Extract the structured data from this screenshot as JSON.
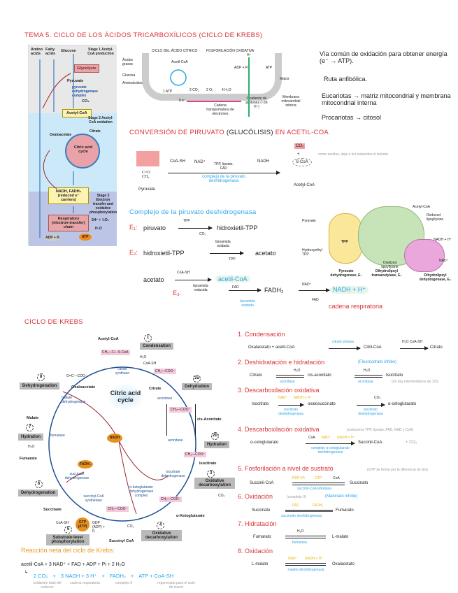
{
  "title": "TEMA 5. CICLO DE LOS ÁCIDOS TRICARBOXÍLICOS (CICLO DE KREBS)",
  "overview": {
    "inputs": [
      "Amino acids",
      "Fatty acids",
      "Glucose"
    ],
    "stage1": "Stage 1 Acetyl-CoA production",
    "glycolysis": "Glycolysis",
    "pyruvate": "Pyruvate",
    "pdh": "pyruvate dehydrogenase complex",
    "co2": "CO₂",
    "acetylcoa": "Acetyl-CoA",
    "stage2": "Stage 2 Acetyl-CoA oxidation",
    "oxaloacetate": "Oxaloacetate",
    "citrate": "Citrate",
    "cycle": "Citric acid cycle",
    "nadh": "NADH, FADH₂ (reduced e⁻ carriers)",
    "stage3": "Stage 3 Electron transfer and oxidative phosphorylation",
    "chain": "Respiratory (electron-transfer) chain",
    "o2": "2H⁺ + ½O₂",
    "h2o": "H₂O",
    "adp": "ADP + Pᵢ",
    "atp": "ATP"
  },
  "mito": {
    "h1": "CICLO DEL ÁCIDO CÍTRICO",
    "h2": "FOSFORILACIÓN OXIDATIVA",
    "fa": "Ácidos grasos",
    "glc": "Glucosa",
    "aa": "Aminoácidos",
    "acetyl": "Acetil-CoA",
    "atp1": "1 ATP",
    "co2": "2 CO₂",
    "o2": "2 O₂",
    "h2o": "4 H₂O",
    "e": "8 e⁻",
    "gradient": "Gradiente de protones (~36 H⁺)",
    "chain": "Cadena transportadora de electrones",
    "h": "H⁺",
    "adp": "ADP + Pᵢ",
    "atp": "ATP",
    "matrix": "Matriz",
    "membrane": "Membrana mitocondrial interna"
  },
  "notes": [
    "Vía común de oxidación para obtener energía (e⁻ → ATP).",
    "Ruta anfibólica.",
    "Eucariotas → matriz mitocondrial y membrana mitocondrial interna",
    "Procariotas → citosol"
  ],
  "conversion": {
    "heading_a": "CONVERSIÓN DE PIRUVATO",
    "heading_b": "(GLUCÓLISIS)",
    "heading_c": "EN ACETIL-COA",
    "pyruvate": "Pyruvate",
    "coash": "CoA-SH",
    "nad": "NAD⁺",
    "cofactors": "TPP, lipoate, FAD",
    "nadh": "NADH",
    "enzyme": "complejo de la piruvato deshidrogenasa",
    "co2": "CO₂",
    "scoa": "S-CoA",
    "acetylcoa": "Acetyl-CoA",
    "note": "como residuo, deja a los reducidos el tioéster"
  },
  "complex": {
    "heading": "Complejo de la piruvato deshidrogenasa",
    "e1": {
      "label": "E₁:",
      "sub": "piruvato",
      "top": "TPP",
      "bottom": "CO₂",
      "prod": "hidroxietil-TPP"
    },
    "e2": {
      "label": "E₂:",
      "sub": "hidroxietil-TPP",
      "top": "lipoamida oxidada",
      "bottom": "TPP",
      "prod": "acetato"
    },
    "e3": {
      "label": "E₃:",
      "sub": "acetato",
      "top": "CoA-SH",
      "bottom": "lipoamida reducida",
      "prod": "acetil-CoA",
      "fad": "FAD",
      "fadh2": "FADH₂",
      "lipo": "lipoamida oxidada",
      "nad": "NAD⁺",
      "fad2": "FAD",
      "nadh": "NADH + H⁺",
      "chain": "cadena respiratoria"
    },
    "diagram": {
      "pyruvate": "Pyruvate",
      "tpp": "TPP",
      "hetpp": "Hydroxyethyl TPP",
      "oxlip": "Oxidized lipoyllysine",
      "redlip": "Reduced lipoyllysine",
      "acetylcoa": "Acetyl-CoA",
      "nadh": "NADH + H⁺",
      "nad": "NAD⁺",
      "e1": "Pyruvate dehydrogenase, E₁",
      "e2": "Dihydrolipoyl transacetylase, E₂",
      "e3": "Dihydrolipoyl dehydrogenase, E₃"
    }
  },
  "krebs": {
    "heading": "CICLO DE KREBS",
    "center": "Citric acid cycle",
    "metabolites": [
      "Acetyl-CoA",
      "Citrate",
      "cis-Aconitate",
      "Isocitrate",
      "α-Ketoglutarate",
      "Succinyl CoA",
      "Succinate",
      "Fumarate",
      "Malate",
      "Oxaloacetate"
    ],
    "enzymes": [
      "citrate synthase",
      "aconitase",
      "aconitase",
      "isocitrate dehydrogenase",
      "α-ketoglutarate dehydrogenase complex",
      "succinyl-CoA synthetase",
      "succinate dehydrogenase",
      "fumarase",
      "malate dehydrogenase"
    ],
    "steps": [
      {
        "n": "1",
        "label": "Condensation"
      },
      {
        "n": "2a",
        "label": "Dehydration"
      },
      {
        "n": "2b",
        "label": "Hydration"
      },
      {
        "n": "3",
        "label": "Oxidative decarboxylation"
      },
      {
        "n": "4",
        "label": "Oxidative decarboxylation"
      },
      {
        "n": "5",
        "label": "Substrate-level phosphorylation"
      },
      {
        "n": "6",
        "label": "Dehydrogenation"
      },
      {
        "n": "7",
        "label": "Hydration"
      },
      {
        "n": "8",
        "label": "Dehydrogenation"
      }
    ],
    "misc": {
      "nadh": "NADH",
      "fadh2": "FADH₂",
      "gtp": "GTP (ATP)",
      "co2": "CO₂",
      "h2o": "H₂O",
      "coash": "CoA-SH",
      "gdp": "GDP (ADP) + Pᵢ"
    }
  },
  "steps": [
    {
      "title": "1. Condensación",
      "extra": "",
      "sub": "Oxalacetato + acetil-CoA",
      "enz": "citrato sintasa",
      "mid": "Citril-CoA",
      "top2": "H₂O   CoA-SH",
      "prod": "Citrato"
    },
    {
      "title": "2. Deshidratación e hidratación",
      "extra": "(Fluorocitrato inhibe)",
      "sub": "Citrato",
      "top1": "H₂O",
      "enz": "aconitasa",
      "mid": "cis-aconitato",
      "top2": "H₂O",
      "enz2": "aconitasa",
      "prod": "Isocitrato",
      "note": "(no hay intermediarios de 1/2)"
    },
    {
      "title": "3. Descarboxilación oxidativa",
      "sub": "Isocitrato",
      "y1": "NAD⁺",
      "y2": "NADH + H⁺",
      "enz": "isocitrato deshidrogenasa",
      "mid": "oxalosuccinato",
      "top2": "CO₂",
      "enz2": "isocitrato deshidrogenasa",
      "prod": "α-cetoglutarato"
    },
    {
      "title": "4. Descarboxilación oxidativa",
      "extra": "(cofactores TPP, lipoato, FAD, NAD y CoA)",
      "sub": "α-cetoglutarato",
      "top1": "CoA",
      "y1": "NAD⁺",
      "y2": "NADH + H⁺",
      "enz": "complejo α-cetoglutarato deshidrogenasa",
      "prod": "Succinil-CoA",
      "co2": "+ CO₂"
    },
    {
      "title": "5. Fosforilación a nivel de sustrato",
      "extra": "(GTP se forma por la diferencia de ΔG)",
      "sub": "Succinil-CoA",
      "y1": "PDP+Pi",
      "y2": "GTP",
      "top2": "CoA",
      "enz": "succinil-CoA sintetasa",
      "prod": "Succinato"
    },
    {
      "title": "6. Oxidación",
      "extra": "(complejo II)",
      "extra2": "(Malonato inhibe)",
      "sub": "Succinato",
      "y1": "FAD",
      "y2": "FADH₂",
      "enz": "succinato deshidrogenasa",
      "prod": "Fumarato"
    },
    {
      "title": "7. Hidratación",
      "sub": "Fumarato",
      "top1": "H₂O",
      "enz": "fumarasa",
      "prod": "L-malato"
    },
    {
      "title": "8. Oxidación",
      "sub": "L-malato",
      "y1": "NAD⁺",
      "y2": "NADH + H⁺",
      "enz": "malato deshidrogenasa",
      "prod": "Oxalacetato"
    }
  ],
  "net": {
    "heading": "Reacción neta del ciclo de Krebs:",
    "reactants": "acetil-CoA + 3 NAD⁺ + FAD + ADP + Pi + 2 H₂O",
    "products": [
      "2 CO₂",
      "+",
      "3 NADH + 3 H⁺",
      "+",
      "FADH₂",
      "+",
      "ATP + CoA-SH"
    ],
    "notes": [
      "oxidación total del carbono",
      "cadena respiratoria",
      "complejo II",
      "regenerado para el ciclo de nuevo"
    ]
  }
}
